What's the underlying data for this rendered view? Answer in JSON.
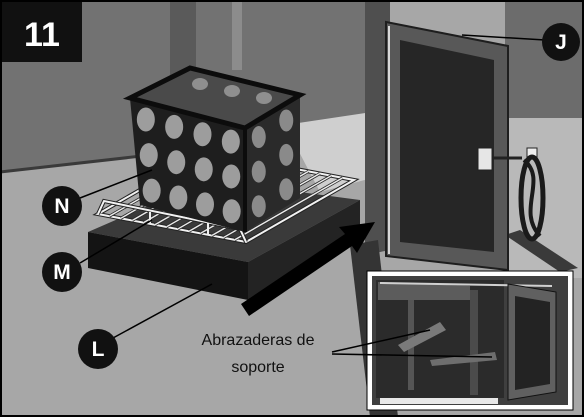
{
  "figure": {
    "step_number": "11",
    "callouts": [
      {
        "letter": "J"
      },
      {
        "letter": "N"
      },
      {
        "letter": "M"
      },
      {
        "letter": "L"
      }
    ],
    "caption": "Abrazaderas de soporte"
  },
  "colors": {
    "callout_fill": "#111111",
    "callout_text": "#ffffff",
    "step_box": "#111111"
  }
}
